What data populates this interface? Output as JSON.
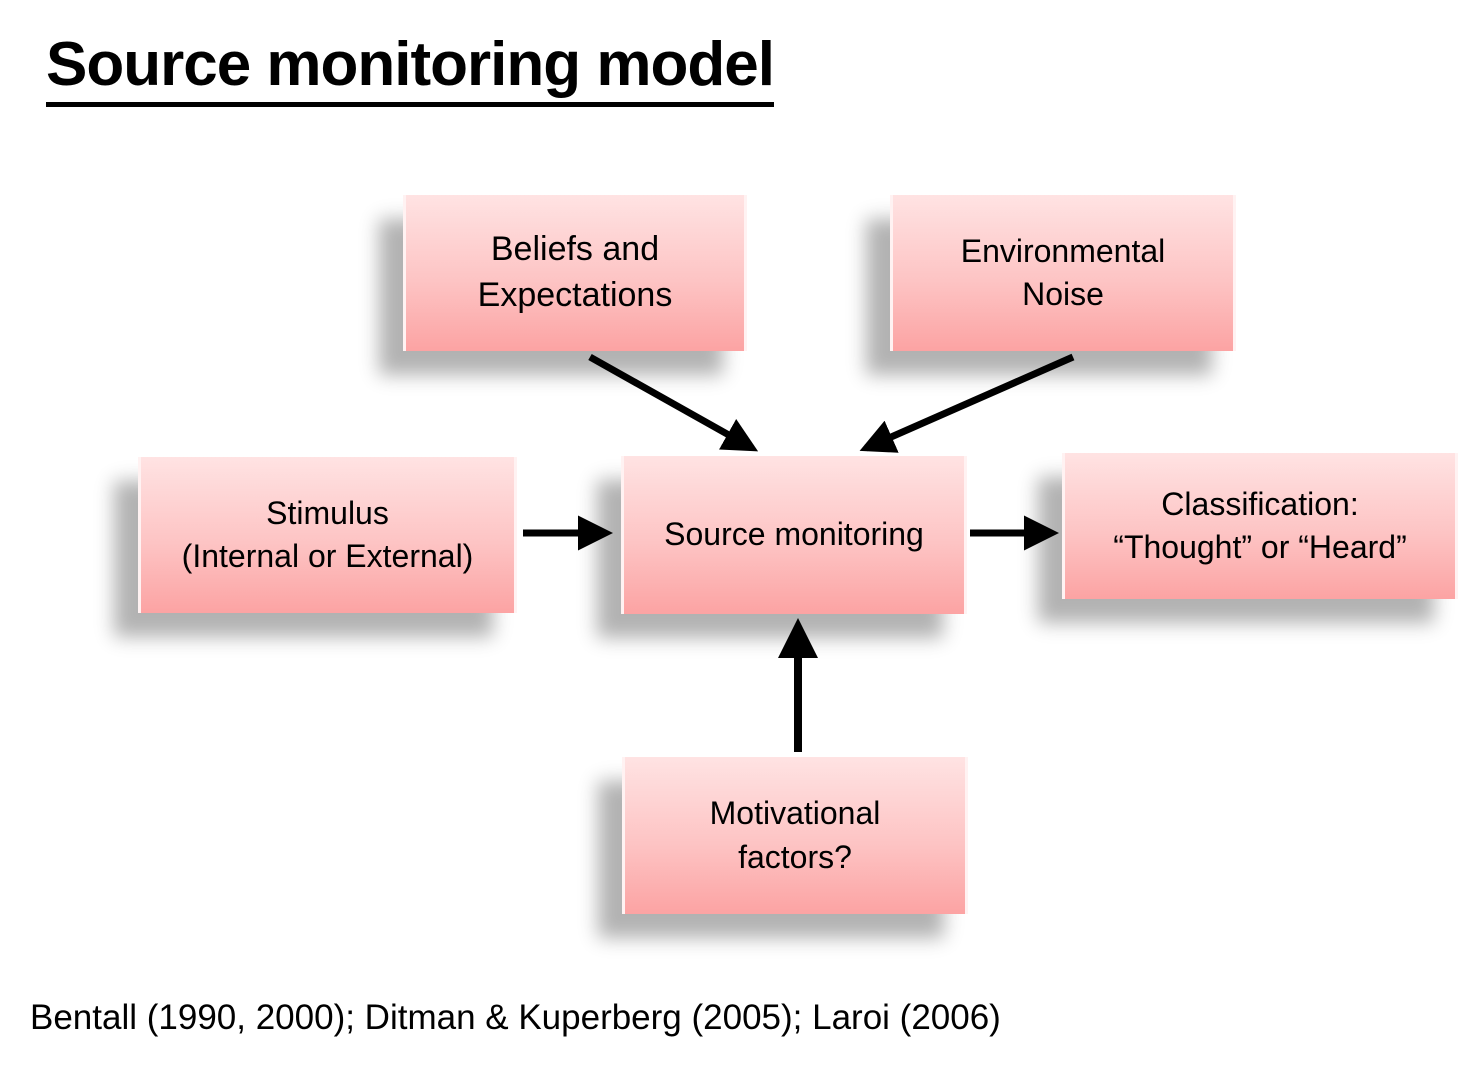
{
  "title": "Source monitoring model",
  "boxes": {
    "beliefs": "Beliefs and\nExpectations",
    "environment": "Environmental\nNoise",
    "stimulus": "Stimulus\n(Internal or External)",
    "source_monitoring": "Source monitoring",
    "classification": "Classification:\n“Thought” or “Heard”",
    "motivational": "Motivational\nfactors?"
  },
  "edges": [
    {
      "from": "beliefs",
      "to": "source_monitoring"
    },
    {
      "from": "environment",
      "to": "source_monitoring"
    },
    {
      "from": "stimulus",
      "to": "source_monitoring"
    },
    {
      "from": "source_monitoring",
      "to": "classification"
    },
    {
      "from": "motivational",
      "to": "source_monitoring"
    }
  ],
  "citation": "Bentall (1990, 2000); Ditman & Kuperberg (2005); Laroi (2006)",
  "colors": {
    "box_top": "#ffe3e3",
    "box_bottom": "#fca3a3",
    "arrow": "#000000"
  }
}
